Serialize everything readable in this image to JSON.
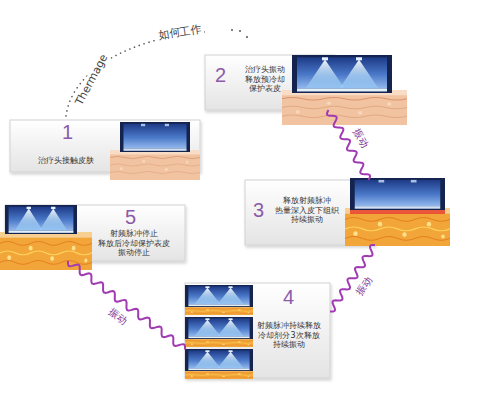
{
  "diagram": {
    "nodes": [
      {
        "text": [
          "1",
          "治疗头接触皮肤"
        ]
      },
      {
        "text": [
          "2",
          "治疗头振动 释放预冷却 保护表皮"
        ]
      },
      {
        "text": [
          "3",
          "释放射频脉冲 热量深入皮下组织 持续振动"
        ]
      },
      {
        "text": [
          "4",
          "射频脉冲持续释放 冷却剂分3次释放 持续振动"
        ]
      },
      {
        "text": [
          "5",
          "射频脉冲停止 释放后冷却保护表皮 振动停止"
        ]
      }
    ],
    "edges": [
      {
        "from": 1,
        "to": 2,
        "label": "振动",
        "arrow": "none"
      },
      {
        "from": 2,
        "to": 3,
        "label": "振动",
        "arrow": "none"
      },
      {
        "from": 3,
        "to": 4,
        "label": "振动",
        "arrow": "none"
      }
    ],
    "labels": [
      "Thermage",
      "如何工作"
    ]
  }
}
